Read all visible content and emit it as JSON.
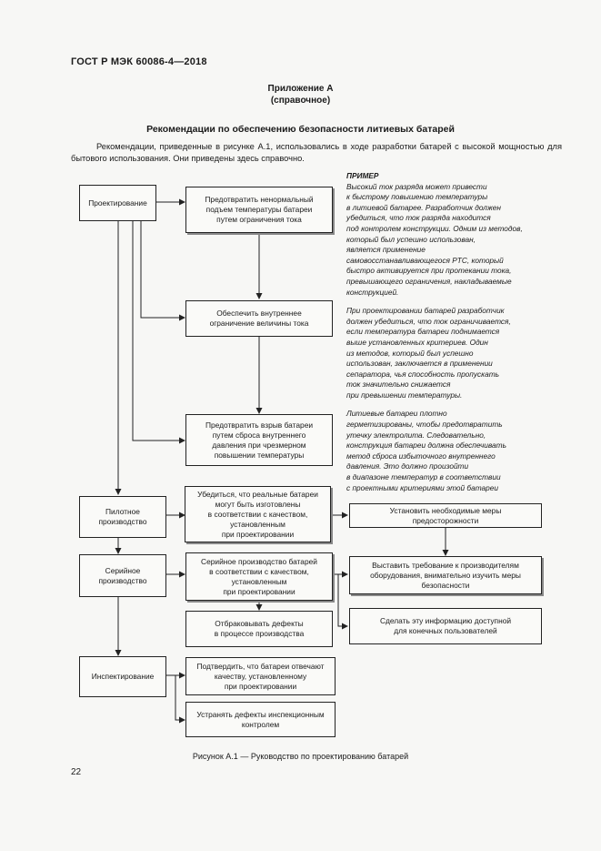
{
  "header": {
    "standard": "ГОСТ Р МЭК 60086-4—2018"
  },
  "annex": {
    "title": "Приложение А",
    "note": "(справочное)"
  },
  "section_title": "Рекомендации по обеспечению безопасности литиевых батарей",
  "intro_text": "Рекомендации, приведенные в рисунке А.1, использовались в ходе разработки батарей с высокой мощностью для бытового использования. Они приведены здесь справочно.",
  "flow": {
    "design": "Проектирование",
    "pilot": "Пилотное\nпроизводство",
    "serial": "Серийное\nпроизводство",
    "inspection": "Инспектирование",
    "d1": "Предотвратить ненормальный\nподъем температуры батареи\nпутем ограничения тока",
    "d2": "Обеспечить внутреннее\nограничение величины тока",
    "d3": "Предотвратить взрыв батареи\nпутем сброса внутреннего\nдавления при чрезмерном\nповышении температуры",
    "p1": "Убедиться, что реальные батареи\nмогут быть изготовлены\nв соответствии с качеством,\nустановленным\nпри проектировании",
    "p2": "Установить необходимые меры\nпредосторожности",
    "s1": "Серийное производство батарей\nв соответствии с качеством,\nустановленным\nпри проектировании",
    "s2": "Выставить требование к производителям\nоборудования, внимательно изучить меры\nбезопасности",
    "s3": "Отбраковывать дефекты\nв процессе производства",
    "s4": "Сделать эту информацию доступной\nдля конечных пользователей",
    "i1": "Подтвердить, что батареи отвечают\nкачеству, установленному\nпри проектировании",
    "i2": "Устранять дефекты инспекционным\nконтролем"
  },
  "example": {
    "header": "ПРИМЕР",
    "p1": "Высокий ток разряда может привести\nк быстрому повышению температуры\nв литиевой батарее. Разработчик должен\nубедиться, что ток разряда находится\nпод контролем конструкции. Одним из методов,\nкоторый был успешно использован,\nявляется применение\nсамовосстанавливающегося PTC, который\nбыстро активируется при протекании тока,\nпревышающего ограничения, накладываемые\nконструкцией.",
    "p2": "При проектировании батарей разработчик\nдолжен убедиться, что ток ограничивается,\nесли температура батареи поднимается\nвыше установленных критериев. Один\nиз методов, который был успешно\nиспользован, заключается в применении\nсепаратора, чья способность пропускать\nток значительно снижается\nпри превышении температуры.",
    "p3": "Литиевые батареи плотно\nгерметизированы, чтобы предотвратить\nутечку электролита. Следовательно,\nконструкция батареи должна обеспечивать\nметод сброса избыточного внутреннего\nдавления. Это должно произойти\nв диапазоне температур в соответствии\nс проектными критериями этой батареи"
  },
  "caption": "Рисунок А.1 — Руководство по проектированию батарей",
  "page_number": "22"
}
